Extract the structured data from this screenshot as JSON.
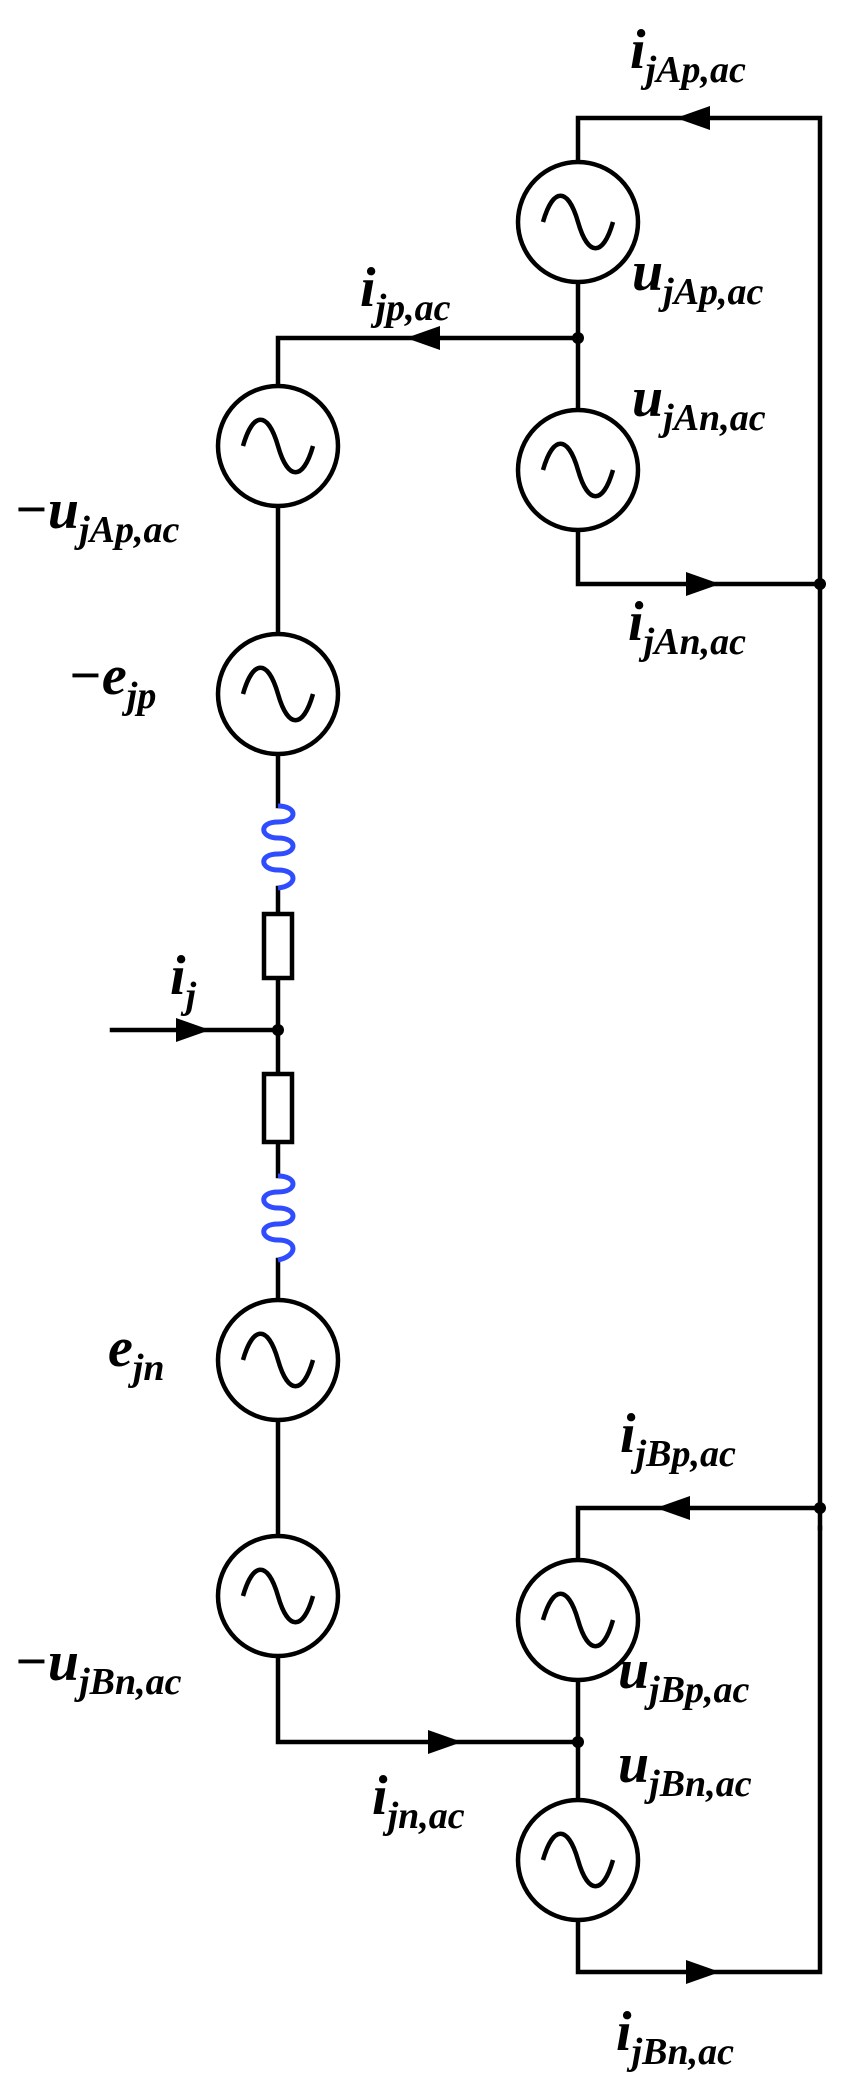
{
  "labels": {
    "i_jAp_ac": {
      "sym": "i",
      "sub": "jAp,ac"
    },
    "u_jAp_ac": {
      "sym": "u",
      "sub": "jAp,ac"
    },
    "i_jp_ac": {
      "sym": "i",
      "sub": "jp,ac"
    },
    "u_jAn_ac": {
      "sym": "u",
      "sub": "jAn,ac"
    },
    "neg_u_jAp_ac": {
      "sym": "−u",
      "sub": "jAp,ac"
    },
    "i_jAn_ac": {
      "sym": "i",
      "sub": "jAn,ac"
    },
    "neg_e_jp": {
      "sym": "−e",
      "sub": "jp"
    },
    "i_j": {
      "sym": "i",
      "sub": "j"
    },
    "e_jn": {
      "sym": "e",
      "sub": "jn"
    },
    "i_jBp_ac": {
      "sym": "i",
      "sub": "jBp,ac"
    },
    "neg_u_jBn_ac": {
      "sym": "−u",
      "sub": "jBn,ac"
    },
    "u_jBp_ac": {
      "sym": "u",
      "sub": "jBp,ac"
    },
    "u_jBn_ac": {
      "sym": "u",
      "sub": "jBn,ac"
    },
    "i_jn_ac": {
      "sym": "i",
      "sub": "jn,ac"
    },
    "i_jBn_ac": {
      "sym": "i",
      "sub": "jBn,ac"
    }
  },
  "colors": {
    "wire": "#000000",
    "inductor": "#2f4cff",
    "background": "#ffffff"
  },
  "icons": {
    "source": "ac-voltage-source-icon",
    "inductor": "inductor-icon",
    "resistor": "resistor-icon"
  }
}
